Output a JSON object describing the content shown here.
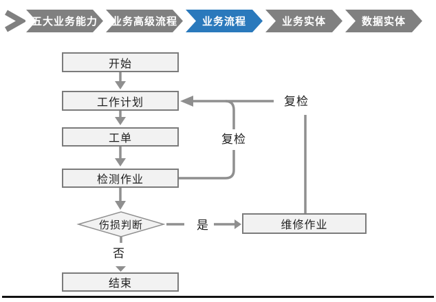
{
  "nav": {
    "items": [
      {
        "label": "五大业务能力",
        "active": false
      },
      {
        "label": "业务高级流程",
        "active": false
      },
      {
        "label": "业务流程",
        "active": true
      },
      {
        "label": "业务实体",
        "active": false
      },
      {
        "label": "数据实体",
        "active": false
      }
    ],
    "colors": {
      "inactive": "#808080",
      "active": "#2A79BC",
      "text": "#ffffff"
    }
  },
  "flowchart": {
    "nodes": [
      {
        "id": "start",
        "label": "开始",
        "shape": "rect"
      },
      {
        "id": "plan",
        "label": "工作计划",
        "shape": "rect"
      },
      {
        "id": "order",
        "label": "工单",
        "shape": "rect"
      },
      {
        "id": "inspect",
        "label": "检测作业",
        "shape": "rect"
      },
      {
        "id": "decision",
        "label": "伤损判断",
        "shape": "diamond"
      },
      {
        "id": "repair",
        "label": "维修作业",
        "shape": "rect"
      },
      {
        "id": "end",
        "label": "结束",
        "shape": "rect"
      }
    ],
    "edge_labels": {
      "yes": "是",
      "no": "否",
      "recheck_inner": "复检",
      "recheck_outer": "复检"
    },
    "colors": {
      "node_fill": "#f2f2f2",
      "node_border": "#7b7b7b",
      "connector": "#8f8f8f",
      "text": "#1f1f1f"
    }
  }
}
